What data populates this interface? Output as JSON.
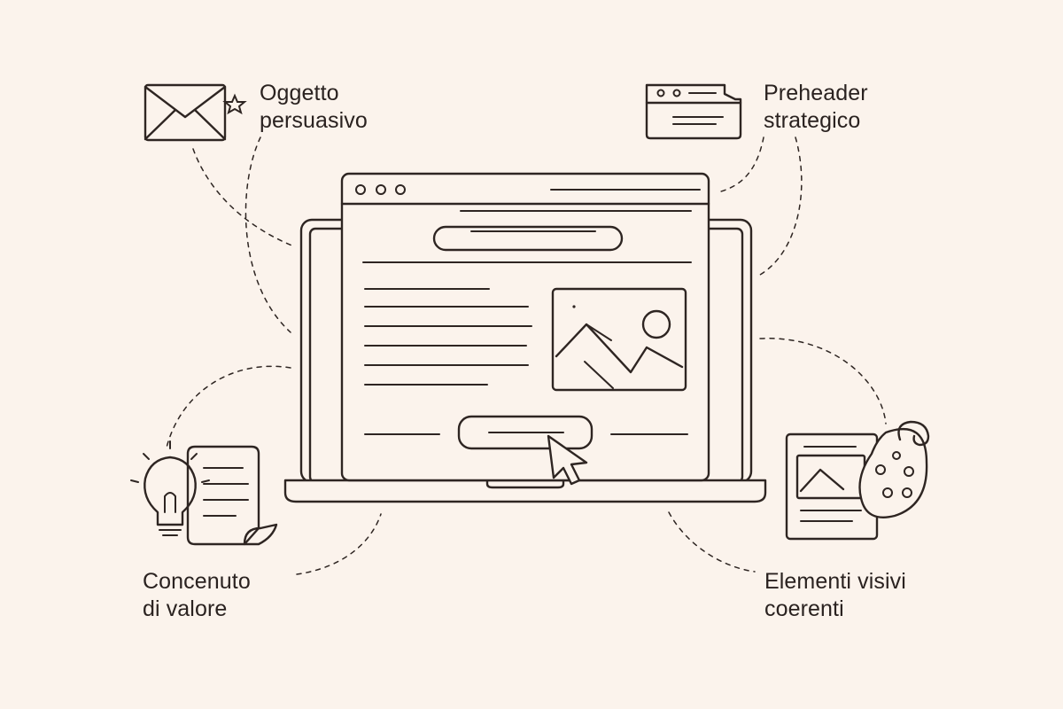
{
  "labels": {
    "subject": {
      "line1": "Oggetto",
      "line2": "persuasivo"
    },
    "preheader": {
      "line1": "Preheader",
      "line2": "strategico"
    },
    "content": {
      "line1": "Concenuto",
      "line2": "di valore"
    },
    "visuals": {
      "line1": "Elementi visivi",
      "line2": "coerenti"
    }
  },
  "colors": {
    "background": "#fbf3ec",
    "ink": "#2e2522"
  },
  "icons": [
    "envelope-icon",
    "star-icon",
    "preheader-window-icon",
    "lightbulb-icon",
    "document-icon",
    "image-document-icon",
    "palette-icon",
    "cursor-icon",
    "image-placeholder-icon"
  ]
}
